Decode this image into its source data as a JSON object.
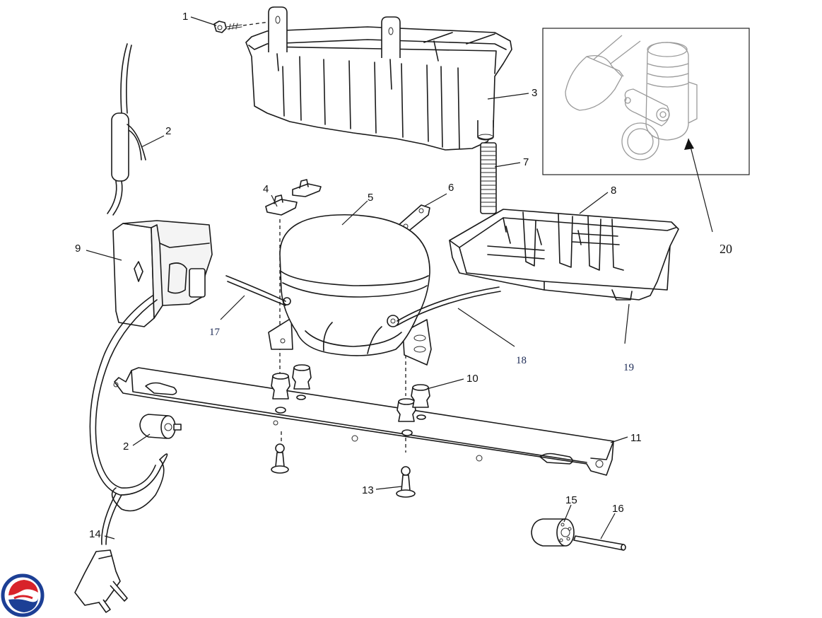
{
  "diagram": {
    "callouts": [
      {
        "id": "c1",
        "text": "1",
        "style": "sans"
      },
      {
        "id": "c2",
        "text": "2",
        "style": "sans"
      },
      {
        "id": "c2b",
        "text": "2",
        "style": "sans"
      },
      {
        "id": "c3",
        "text": "3",
        "style": "sans"
      },
      {
        "id": "c4",
        "text": "4",
        "style": "sans"
      },
      {
        "id": "c5",
        "text": "5",
        "style": "sans"
      },
      {
        "id": "c6",
        "text": "6",
        "style": "sans"
      },
      {
        "id": "c7",
        "text": "7",
        "style": "sans"
      },
      {
        "id": "c8",
        "text": "8",
        "style": "sans"
      },
      {
        "id": "c9",
        "text": "9",
        "style": "sans"
      },
      {
        "id": "c10",
        "text": "10",
        "style": "sans"
      },
      {
        "id": "c11",
        "text": "11",
        "style": "sans"
      },
      {
        "id": "c13",
        "text": "13",
        "style": "sans"
      },
      {
        "id": "c14",
        "text": "14",
        "style": "sans"
      },
      {
        "id": "c15",
        "text": "15",
        "style": "sans"
      },
      {
        "id": "c16",
        "text": "16",
        "style": "sans"
      },
      {
        "id": "c17",
        "text": "17",
        "style": "serif"
      },
      {
        "id": "c18",
        "text": "18",
        "style": "serif"
      },
      {
        "id": "c19",
        "text": "19",
        "style": "serif"
      },
      {
        "id": "c20",
        "text": "20",
        "style": "serifBig"
      }
    ]
  },
  "logo": {
    "name": "brand-swirl-logo",
    "colors": {
      "red": "#d8232a",
      "blue": "#1c3f95"
    }
  }
}
